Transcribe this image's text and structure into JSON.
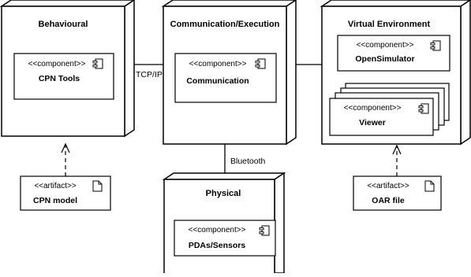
{
  "nodes": {
    "behavioural": {
      "title": "Behavioural"
    },
    "communication": {
      "title": "Communication/Execution"
    },
    "virtual": {
      "title": "Virtual Environment"
    },
    "physical": {
      "title": "Physical"
    }
  },
  "components": {
    "cpn_tools": {
      "stereotype": "<<component>>",
      "name": "CPN Tools"
    },
    "communication": {
      "stereotype": "<<component>>",
      "name": "Communication"
    },
    "opensimulator": {
      "stereotype": "<<component>>",
      "name": "OpenSimulator"
    },
    "viewer": {
      "stereotype": "<<component>>",
      "name": "Viewer"
    },
    "pdas": {
      "stereotype": "<<component>>",
      "name": "PDAs/Sensors"
    }
  },
  "artifacts": {
    "cpn_model": {
      "stereotype": "<<artifact>>",
      "name": "CPN model"
    },
    "oar_file": {
      "stereotype": "<<artifact>>",
      "name": "OAR file"
    }
  },
  "connections": {
    "tcpip": "TCP/IP",
    "bluetooth": "Bluetooth"
  }
}
